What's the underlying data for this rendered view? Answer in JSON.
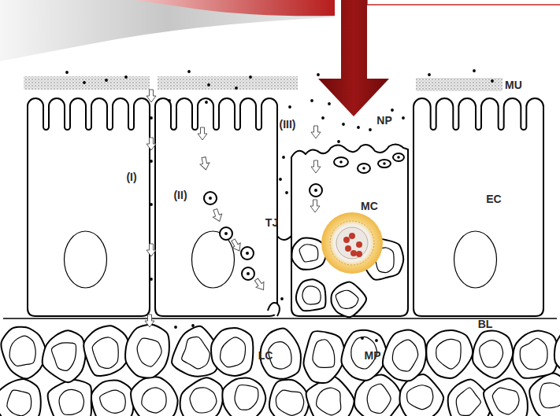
{
  "diagram": {
    "labels": [
      "MU",
      "NP",
      "(III)",
      "(I)",
      "(II)",
      "EC",
      "MC",
      "TJ",
      "BL",
      "LC",
      "MP"
    ]
  }
}
